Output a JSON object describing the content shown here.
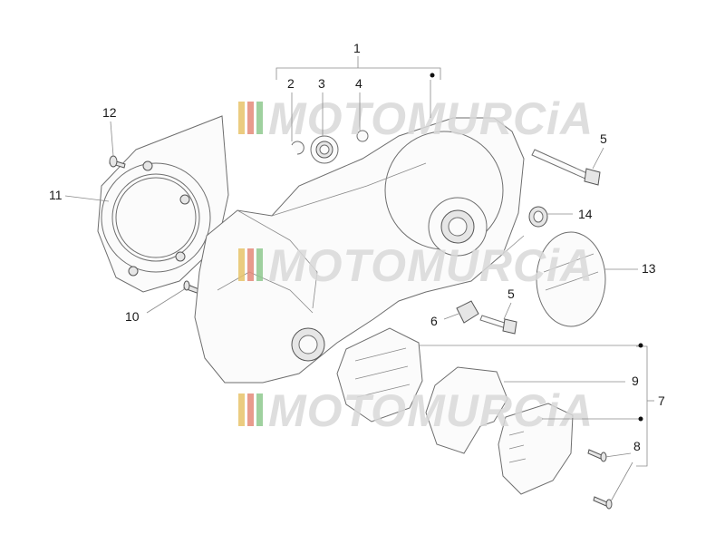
{
  "watermark": {
    "text": "MOTOMURCiA",
    "stripe_colors": [
      "#e8c46a",
      "#e58a7a",
      "#8fc98f"
    ],
    "text_color": "#d9d9d9"
  },
  "callouts": {
    "c1": "1",
    "c2": "2",
    "c3": "3",
    "c4": "4",
    "c5a": "5",
    "c5b": "5",
    "c6": "6",
    "c7": "7",
    "c8": "8",
    "c9": "9",
    "c10": "10",
    "c11": "11",
    "c12": "12",
    "c13": "13",
    "c14": "14"
  },
  "colors": {
    "line": "#6e6e6e",
    "callout_text": "#1a1a1a",
    "background": "#ffffff"
  }
}
